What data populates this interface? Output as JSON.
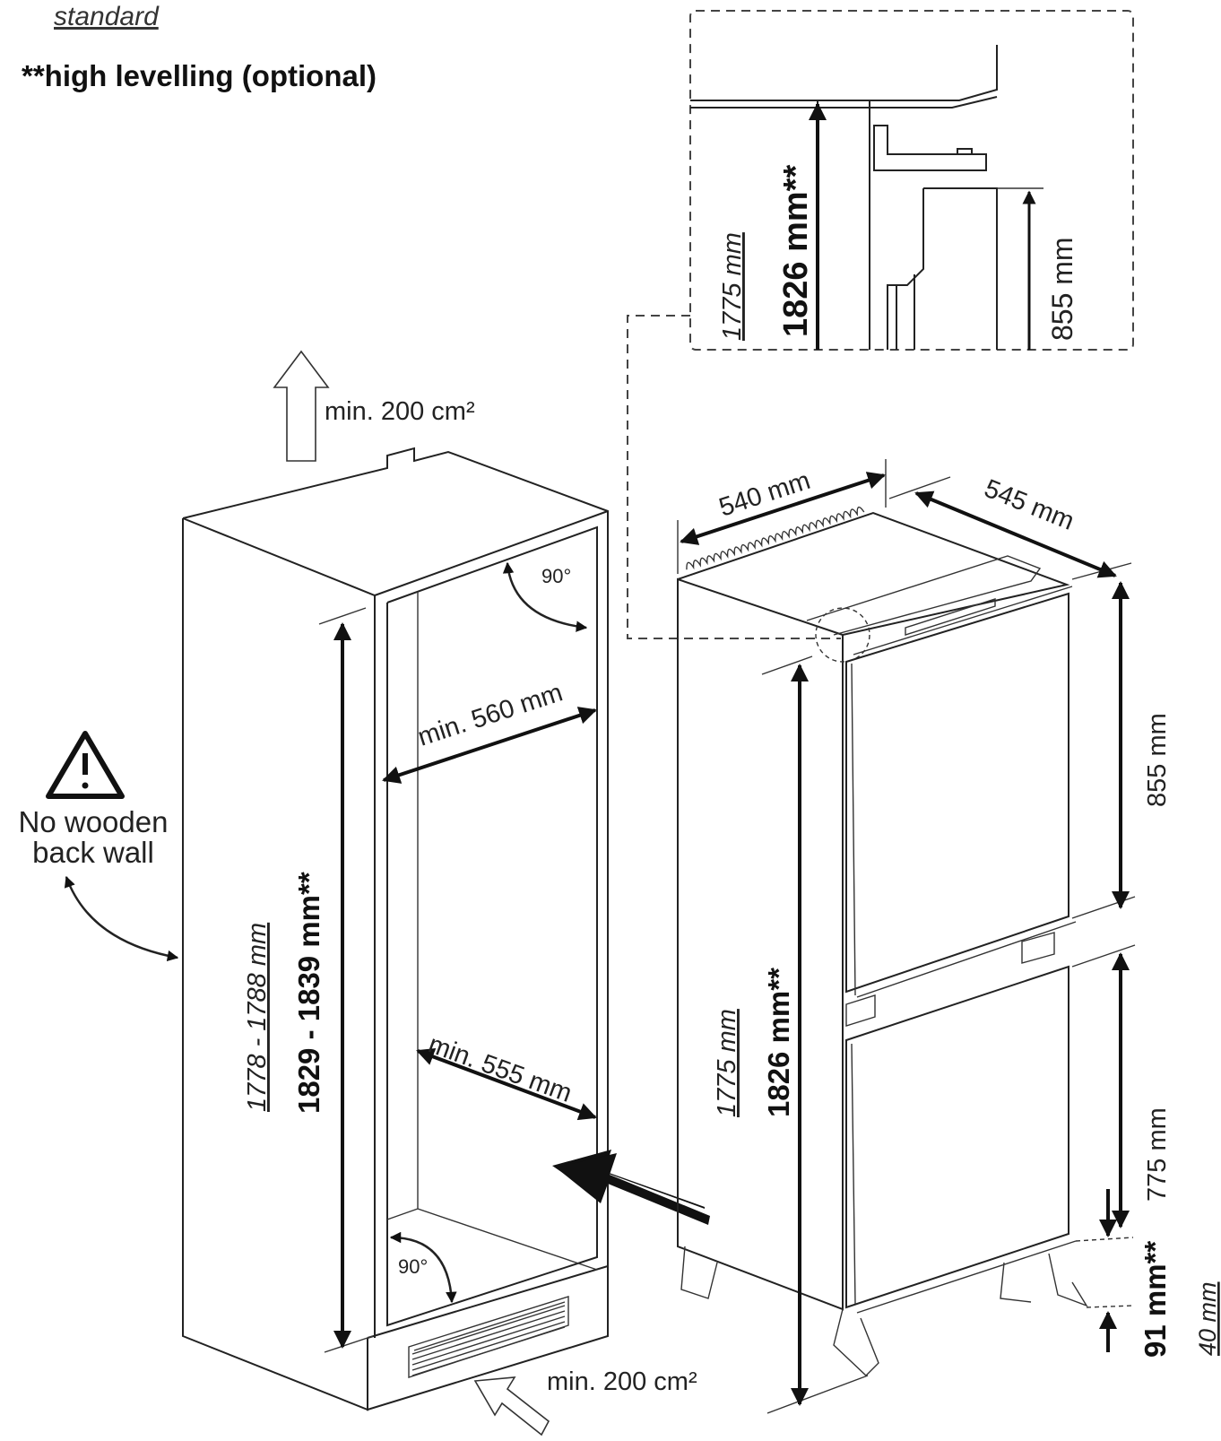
{
  "legend": {
    "standard": "standard",
    "high": "**high levelling (optional)"
  },
  "ventilation": {
    "top": "min. 200 cm²",
    "bottom": "min. 200 cm²"
  },
  "warning": {
    "line1": "No wooden",
    "line2": "back wall"
  },
  "cabinet": {
    "angle_top": "90°",
    "angle_bottom": "90°",
    "width_top": "min. 560 mm",
    "width_bottom": "min. 555 mm",
    "height_standard": "1778 - 1788 mm",
    "height_high": "1829 - 1839 mm**"
  },
  "fridge": {
    "width": "540 mm",
    "depth": "545 mm",
    "upper_door": "855 mm",
    "lower_door": "775 mm",
    "height_standard": "1775 mm",
    "height_high": "1826 mm**",
    "feet_high": "91 mm**",
    "feet_standard": "40 mm"
  },
  "detail": {
    "height_standard": "1775 mm",
    "height_high": "1826 mm**",
    "upper_door": "855 mm"
  }
}
